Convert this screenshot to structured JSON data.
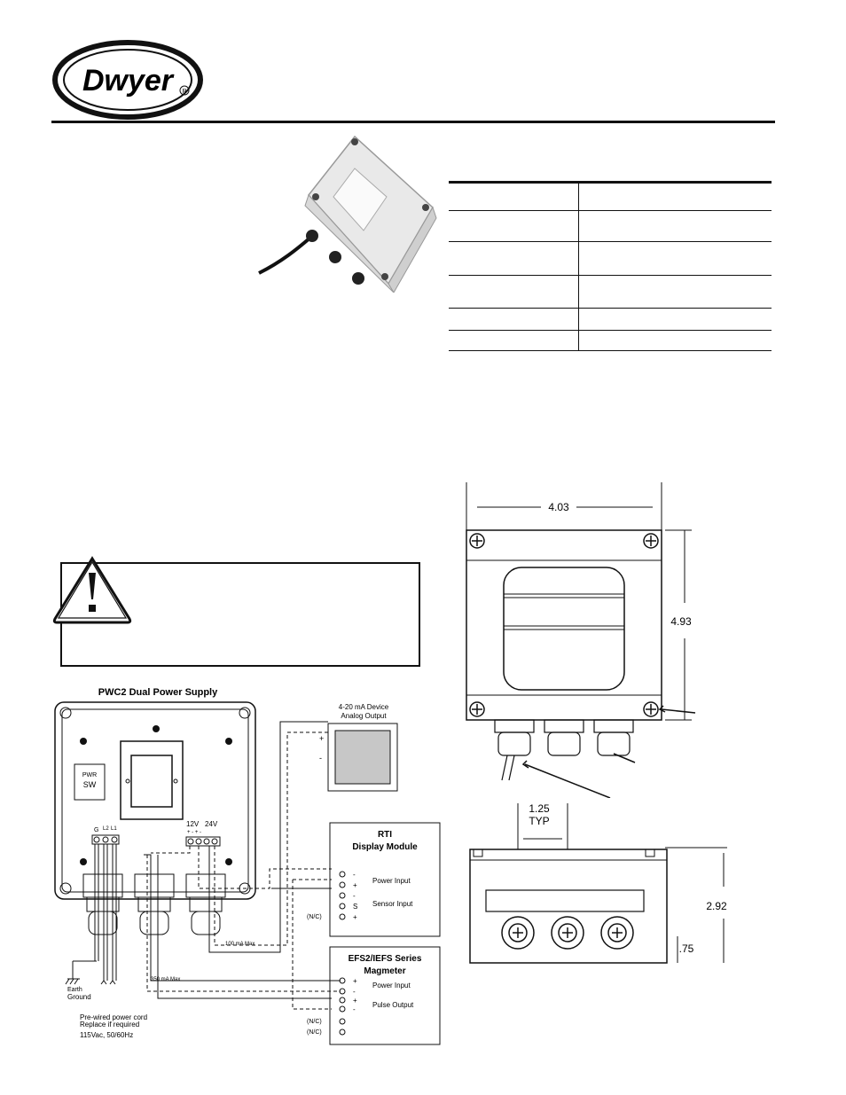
{
  "brand": {
    "name": "Dwyer",
    "registered_mark": "R"
  },
  "wiring": {
    "title": "PWC2 Dual Power Supply",
    "pwr_switch": [
      "PWR",
      "SW"
    ],
    "mains_terminals": [
      "G",
      "L2",
      "L1"
    ],
    "dc_terminals": {
      "v12": "12V",
      "v24": "24V",
      "polarity": "+ - + -"
    },
    "earth_ground": [
      "Earth",
      "Ground"
    ],
    "power_cord_note": [
      "Pre-wired power cord",
      "Replace if required",
      "115Vac, 50/60Hz"
    ],
    "current_100": "100 mA Max",
    "current_350": "350 mA Max",
    "analog_device": {
      "title_lines": [
        "4-20 mA Device",
        "Analog Output"
      ],
      "plus": "+",
      "minus": "-"
    },
    "rti": {
      "title_lines": [
        "RTI",
        "Display Module"
      ],
      "power_input": "Power Input",
      "sensor_input": "Sensor Input",
      "nc": "(N/C)",
      "terminal_signs": [
        "-",
        "+",
        "-",
        "S",
        "+"
      ]
    },
    "magmeter": {
      "title_lines": [
        "EFS2/IEFS Series",
        "Magmeter"
      ],
      "power_input": "Power Input",
      "pulse_output": "Pulse Output",
      "nc_1": "(N/C)",
      "nc_2": "(N/C)",
      "terminal_signs": [
        "+",
        "-",
        "+",
        "-"
      ]
    }
  },
  "dimensions": {
    "width": "4.03",
    "height": "4.93",
    "gland_spacing": [
      "1.25",
      "TYP"
    ],
    "depth": "2.92",
    "gland_offset": ".75"
  }
}
